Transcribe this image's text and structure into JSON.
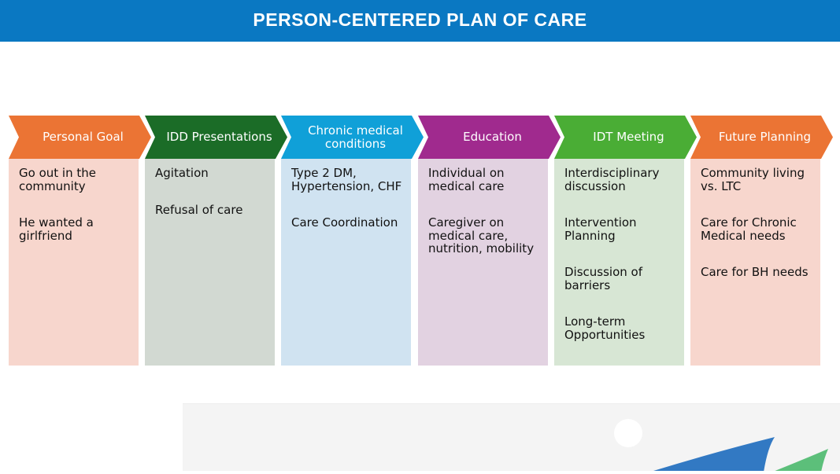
{
  "title": "PERSON-CENTERED PLAN OF CARE",
  "columns": [
    {
      "header": "Personal Goal",
      "color": "#eb7434",
      "bg": "#f7d6cd",
      "items": [
        "Go out in the community",
        "He wanted a girlfriend"
      ]
    },
    {
      "header": "IDD Presentations",
      "color": "#1b6c27",
      "bg": "#d2d9d2",
      "items": [
        "Agitation",
        "Refusal of care"
      ]
    },
    {
      "header": "Chronic medical conditions",
      "color": "#10a0d8",
      "bg": "#d0e3f1",
      "items": [
        "Type 2 DM, Hypertension, CHF",
        "Care Coordination"
      ]
    },
    {
      "header": "Education",
      "color": "#a02a8e",
      "bg": "#e2d2e1",
      "items": [
        "Individual on medical care",
        "Caregiver on medical care, nutrition, mobility"
      ]
    },
    {
      "header": "IDT Meeting",
      "color": "#4aad35",
      "bg": "#d7e6d4",
      "items": [
        "Interdisciplinary discussion",
        "Intervention Planning",
        "Discussion of barriers",
        "Long-term Opportunities"
      ]
    },
    {
      "header": "Future Planning",
      "color": "#eb7434",
      "bg": "#f7d6cd",
      "items": [
        "Community living vs. LTC",
        "Care for Chronic Medical needs",
        "Care for BH needs"
      ]
    }
  ]
}
